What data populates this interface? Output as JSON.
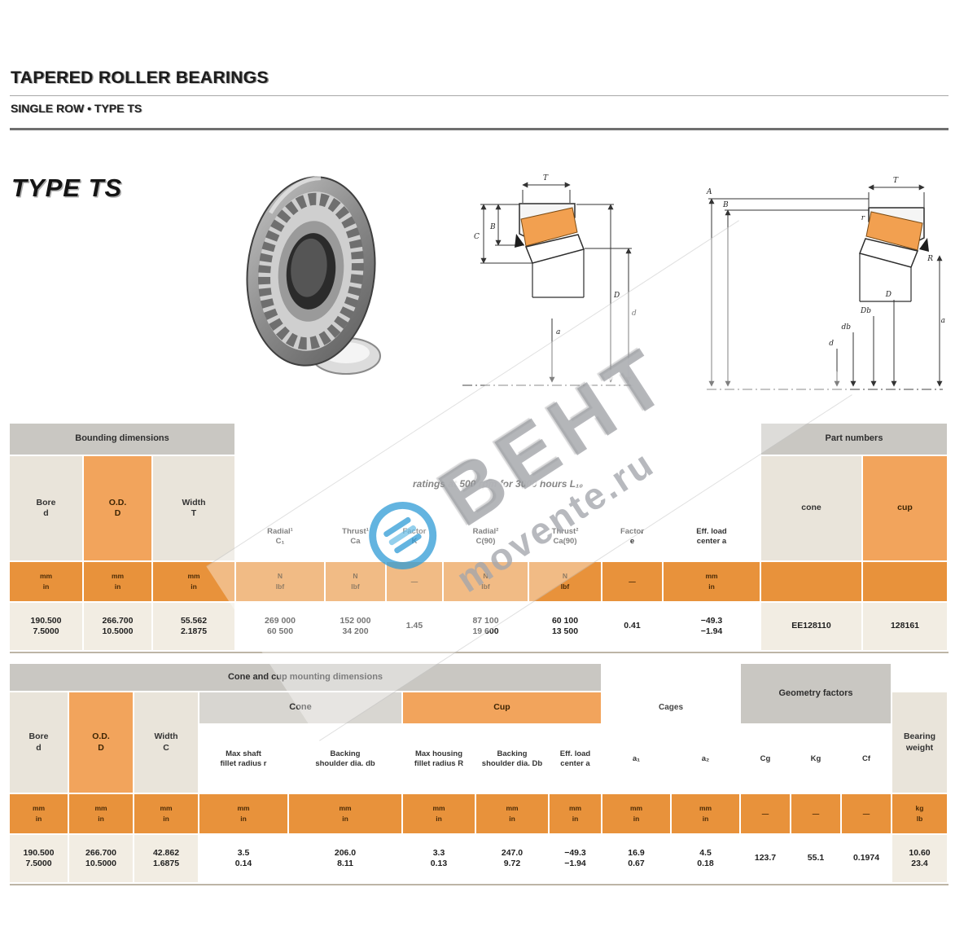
{
  "page": {
    "title": "TAPERED ROLLER BEARINGS",
    "subtitle": "SINGLE ROW • TYPE TS",
    "type_label": "TYPE TS"
  },
  "watermark": {
    "brand": "ВЕНТ",
    "site": "movente.ru"
  },
  "colors": {
    "accent_orange": "#F2A45C",
    "band_orange": "#E8923B",
    "header_gray": "#C9C7C2",
    "logo_blue": "#2F9BD6"
  },
  "diagrams": {
    "left": {
      "labels": [
        "T",
        "B",
        "C",
        "a",
        "d",
        "D"
      ]
    },
    "right": {
      "labels": [
        "A",
        "B",
        "T",
        "r",
        "R",
        "a",
        "d",
        "db",
        "Db",
        "D"
      ]
    }
  },
  "table1": {
    "group_dimensions": "Bounding dimensions",
    "group_ratings": "ratings at 500 rpm for 3000 hours L₁₀",
    "group_parts": "Part numbers",
    "columns": [
      {
        "l1": "Bore",
        "l2": "d",
        "unit1": "mm",
        "unit2": "in",
        "v1": "190.500",
        "v2": "7.5000"
      },
      {
        "l1": "O.D.",
        "l2": "D",
        "unit1": "mm",
        "unit2": "in",
        "v1": "266.700",
        "v2": "10.5000"
      },
      {
        "l1": "Width",
        "l2": "T",
        "unit1": "mm",
        "unit2": "in",
        "v1": "55.562",
        "v2": "2.1875"
      },
      {
        "l1": "Radial¹",
        "l2": "C₁",
        "unit1": "N",
        "unit2": "lbf",
        "v1": "269 000",
        "v2": "60 500"
      },
      {
        "l1": "Thrust¹",
        "l2": "Ca",
        "unit1": "N",
        "unit2": "lbf",
        "v1": "152 000",
        "v2": "34 200"
      },
      {
        "l1": "Factor",
        "l2": "K",
        "unit1": "—",
        "unit2": "",
        "v1": "1.45",
        "v2": ""
      },
      {
        "l1": "Radial²",
        "l2": "C(90)",
        "unit1": "N",
        "unit2": "lbf",
        "v1": "87 100",
        "v2": "19 600"
      },
      {
        "l1": "Thrust²",
        "l2": "Ca(90)",
        "unit1": "N",
        "unit2": "lbf",
        "v1": "60 100",
        "v2": "13 500"
      },
      {
        "l1": "Factor",
        "l2": "e",
        "unit1": "—",
        "unit2": "",
        "v1": "0.41",
        "v2": ""
      },
      {
        "l1": "Eff. load",
        "l2": "center a",
        "unit1": "mm",
        "unit2": "in",
        "v1": "−49.3",
        "v2": "−1.94"
      },
      {
        "l1": "cone",
        "l2": "",
        "unit1": "",
        "unit2": "",
        "v1": "EE128110",
        "v2": ""
      },
      {
        "l1": "cup",
        "l2": "",
        "unit1": "",
        "unit2": "",
        "v1": "128161",
        "v2": ""
      }
    ]
  },
  "table2": {
    "group_mounting": "Cone and cup mounting dimensions",
    "group_cone": "Cone",
    "group_cup": "Cup",
    "group_cage": "Cages",
    "group_geometry": "Geometry factors",
    "group_weight": "Bearing weight",
    "columns": [
      {
        "l1": "Bore",
        "l2": "d",
        "unit1": "mm",
        "unit2": "in",
        "v1": "190.500",
        "v2": "7.5000"
      },
      {
        "l1": "O.D.",
        "l2": "D",
        "unit1": "mm",
        "unit2": "in",
        "v1": "266.700",
        "v2": "10.5000"
      },
      {
        "l1": "Width",
        "l2": "C",
        "unit1": "mm",
        "unit2": "in",
        "v1": "42.862",
        "v2": "1.6875"
      },
      {
        "l1": "Max shaft",
        "l2": "fillet radius r",
        "unit1": "mm",
        "unit2": "in",
        "v1": "3.5",
        "v2": "0.14"
      },
      {
        "l1": "Backing",
        "l2": "shoulder dia. db",
        "unit1": "mm",
        "unit2": "in",
        "v1": "206.0",
        "v2": "8.11"
      },
      {
        "l1": "Max housing",
        "l2": "fillet radius R",
        "unit1": "mm",
        "unit2": "in",
        "v1": "3.3",
        "v2": "0.13"
      },
      {
        "l1": "Backing",
        "l2": "shoulder dia. Db",
        "unit1": "mm",
        "unit2": "in",
        "v1": "247.0",
        "v2": "9.72"
      },
      {
        "l1": "Eff. load",
        "l2": "center a",
        "unit1": "mm",
        "unit2": "in",
        "v1": "−49.3",
        "v2": "−1.94"
      },
      {
        "l1": "a₁",
        "l2": "",
        "unit1": "mm",
        "unit2": "in",
        "v1": "16.9",
        "v2": "0.67"
      },
      {
        "l1": "a₂",
        "l2": "",
        "unit1": "mm",
        "unit2": "in",
        "v1": "4.5",
        "v2": "0.18"
      },
      {
        "l1": "Cg",
        "l2": "",
        "unit1": "—",
        "unit2": "",
        "v1": "123.7",
        "v2": ""
      },
      {
        "l1": "Kg",
        "l2": "",
        "unit1": "—",
        "unit2": "",
        "v1": "55.1",
        "v2": ""
      },
      {
        "l1": "Cf",
        "l2": "",
        "unit1": "—",
        "unit2": "",
        "v1": "0.1974",
        "v2": ""
      },
      {
        "l1": "Weight",
        "l2": "",
        "unit1": "kg",
        "unit2": "lb",
        "v1": "10.60",
        "v2": "23.4"
      }
    ]
  }
}
